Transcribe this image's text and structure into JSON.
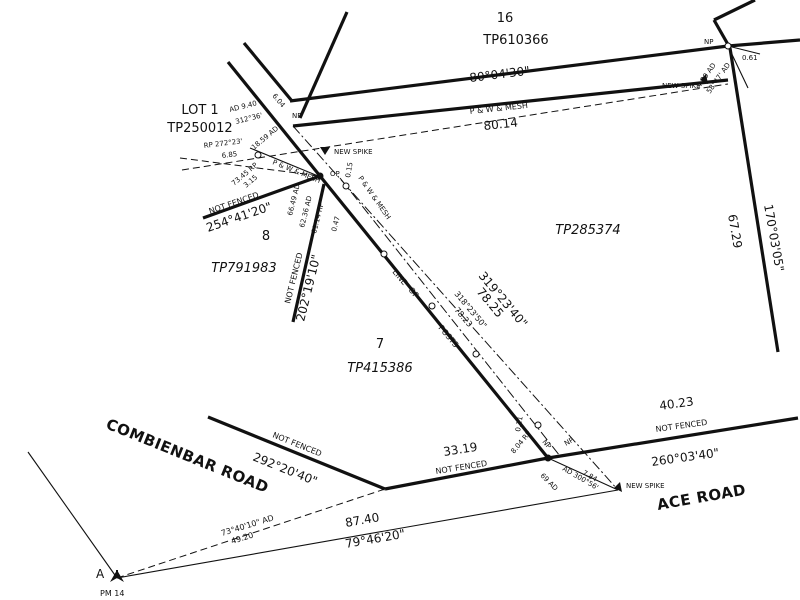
{
  "parcels": {
    "p16": "16",
    "tp610366": "TP610366",
    "lot1": "LOT 1",
    "tp250012": "TP250012",
    "p8": "8",
    "tp791983": "TP791983",
    "tp285374": "TP285374",
    "p7": "7",
    "tp415386": "TP415386"
  },
  "roads": {
    "combienbar": "COMBIENBAR ROAD",
    "ace": "ACE ROAD"
  },
  "bearings": {
    "top": "80°04'30\"",
    "top_dist": "80.14",
    "mesh_top": "P & W & MESH",
    "right_bearing": "170°03'05\"",
    "right_dist": "67.29",
    "left_bearing": "254°41'20\"",
    "not_fenced_left": "NOT FENCED",
    "vert_bearing": "202°19'10\"",
    "vert_not_fenced": "NOT FENCED",
    "main_bearing": "319°23'40\"",
    "main_dist": "78.25",
    "inner_bearing": "318°23'50\"",
    "inner_dist": "78.23",
    "line_of": "LINE",
    "of": "OF",
    "posts": "POSTS",
    "bottom_right_dist": "40.23",
    "bottom_right_nf": "NOT FENCED",
    "bottom_right_bearing": "260°03'40\"",
    "bottom_mid_dist": "33.19",
    "bottom_mid_nf": "NOT FENCED",
    "comb_bearing": "292°20'40\"",
    "comb_nf": "NOT FENCED",
    "pm_bearing1": "73°40'10\" AD",
    "pm_dist1": "49.20",
    "pm_dist2": "87.40",
    "pm_bearing2": "79°46'20\""
  },
  "marks": {
    "np_top": "NP",
    "len_604": "6.04",
    "ad_940": "AD 9.40",
    "ad_bearing": "312°36'",
    "rp_bearing": "RP 272°23'",
    "rp_dist": "6.85",
    "ad_1859": "18.59 AD",
    "dist_7345": "73.45 RP",
    "dist_315": "3.15",
    "pwmesh_mid": "P & W & MESH",
    "new_spike_mid": "NEW SPIKE",
    "op": "OP",
    "val_015": "0.15",
    "pwmesh_vert": "P & W & MESH",
    "ad_6649": "66.49 AD",
    "ad_6236": "62.36 AD",
    "rp_6114": "61.14 RP",
    "val_047": "0.47",
    "np_right": "NP",
    "np_top_right": "NP",
    "new_spike_tr": "NEW SPIKE",
    "ad_499": "4.99 AD",
    "ad_5847": "58°47' AD",
    "val_061": "0.61",
    "val_011": "0.11",
    "rp_804": "8.04 RP",
    "np_bottom": "NP",
    "np_bottom2": "NP",
    "ad_6961": "69 AD",
    "ad_300": "AD 300°56'",
    "val_784": "7.84",
    "new_spike_br": "NEW SPIKE",
    "pm_letter": "A",
    "pm_label": "PM 14"
  }
}
